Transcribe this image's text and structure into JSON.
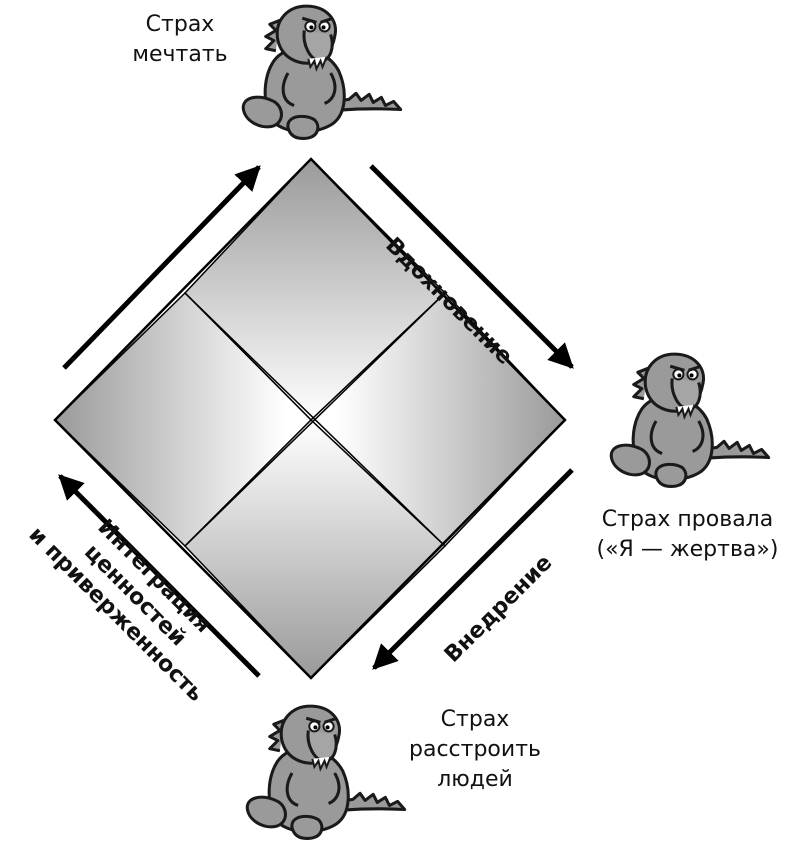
{
  "corners": {
    "top": "Страх\nмечтать",
    "right_line1": "Страх провала",
    "right_line2": "(«Я — жертва»)",
    "bottom": "Страх\nрасстроить\nлюдей"
  },
  "arrows": {
    "inspiration": "Вдохновение",
    "implementation": "Внедрение",
    "integration_line1": "Интеграция",
    "integration_line2": "ценностей",
    "integration_line3": "и приверженность"
  },
  "colors": {
    "diamond_stroke": "#000000",
    "monster_fill": "#9a9a9a",
    "monster_stroke": "#1a1a1a"
  },
  "icons": [
    "monster-icon",
    "monster-icon",
    "monster-icon",
    "arrow-icon"
  ]
}
